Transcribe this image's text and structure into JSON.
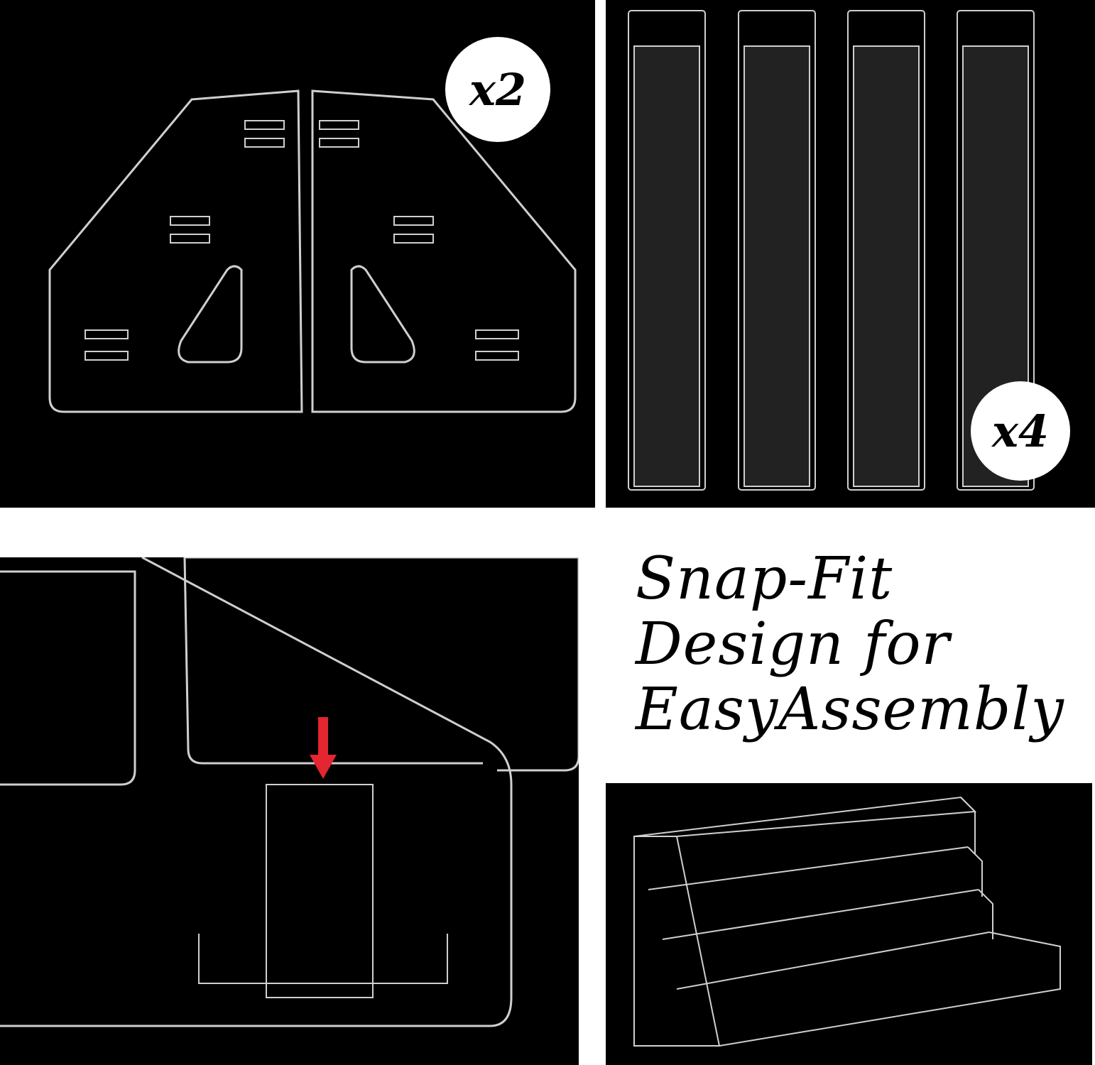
{
  "badges": {
    "side_panels_count": "x2",
    "shelves_count": "x4"
  },
  "headline": {
    "line1": "Snap-Fit",
    "line2": "Design for",
    "line3": "EasyAssembly"
  },
  "colors": {
    "background": "#000000",
    "arrow": "#e3262f",
    "acrylic": "#d8d8d8"
  }
}
